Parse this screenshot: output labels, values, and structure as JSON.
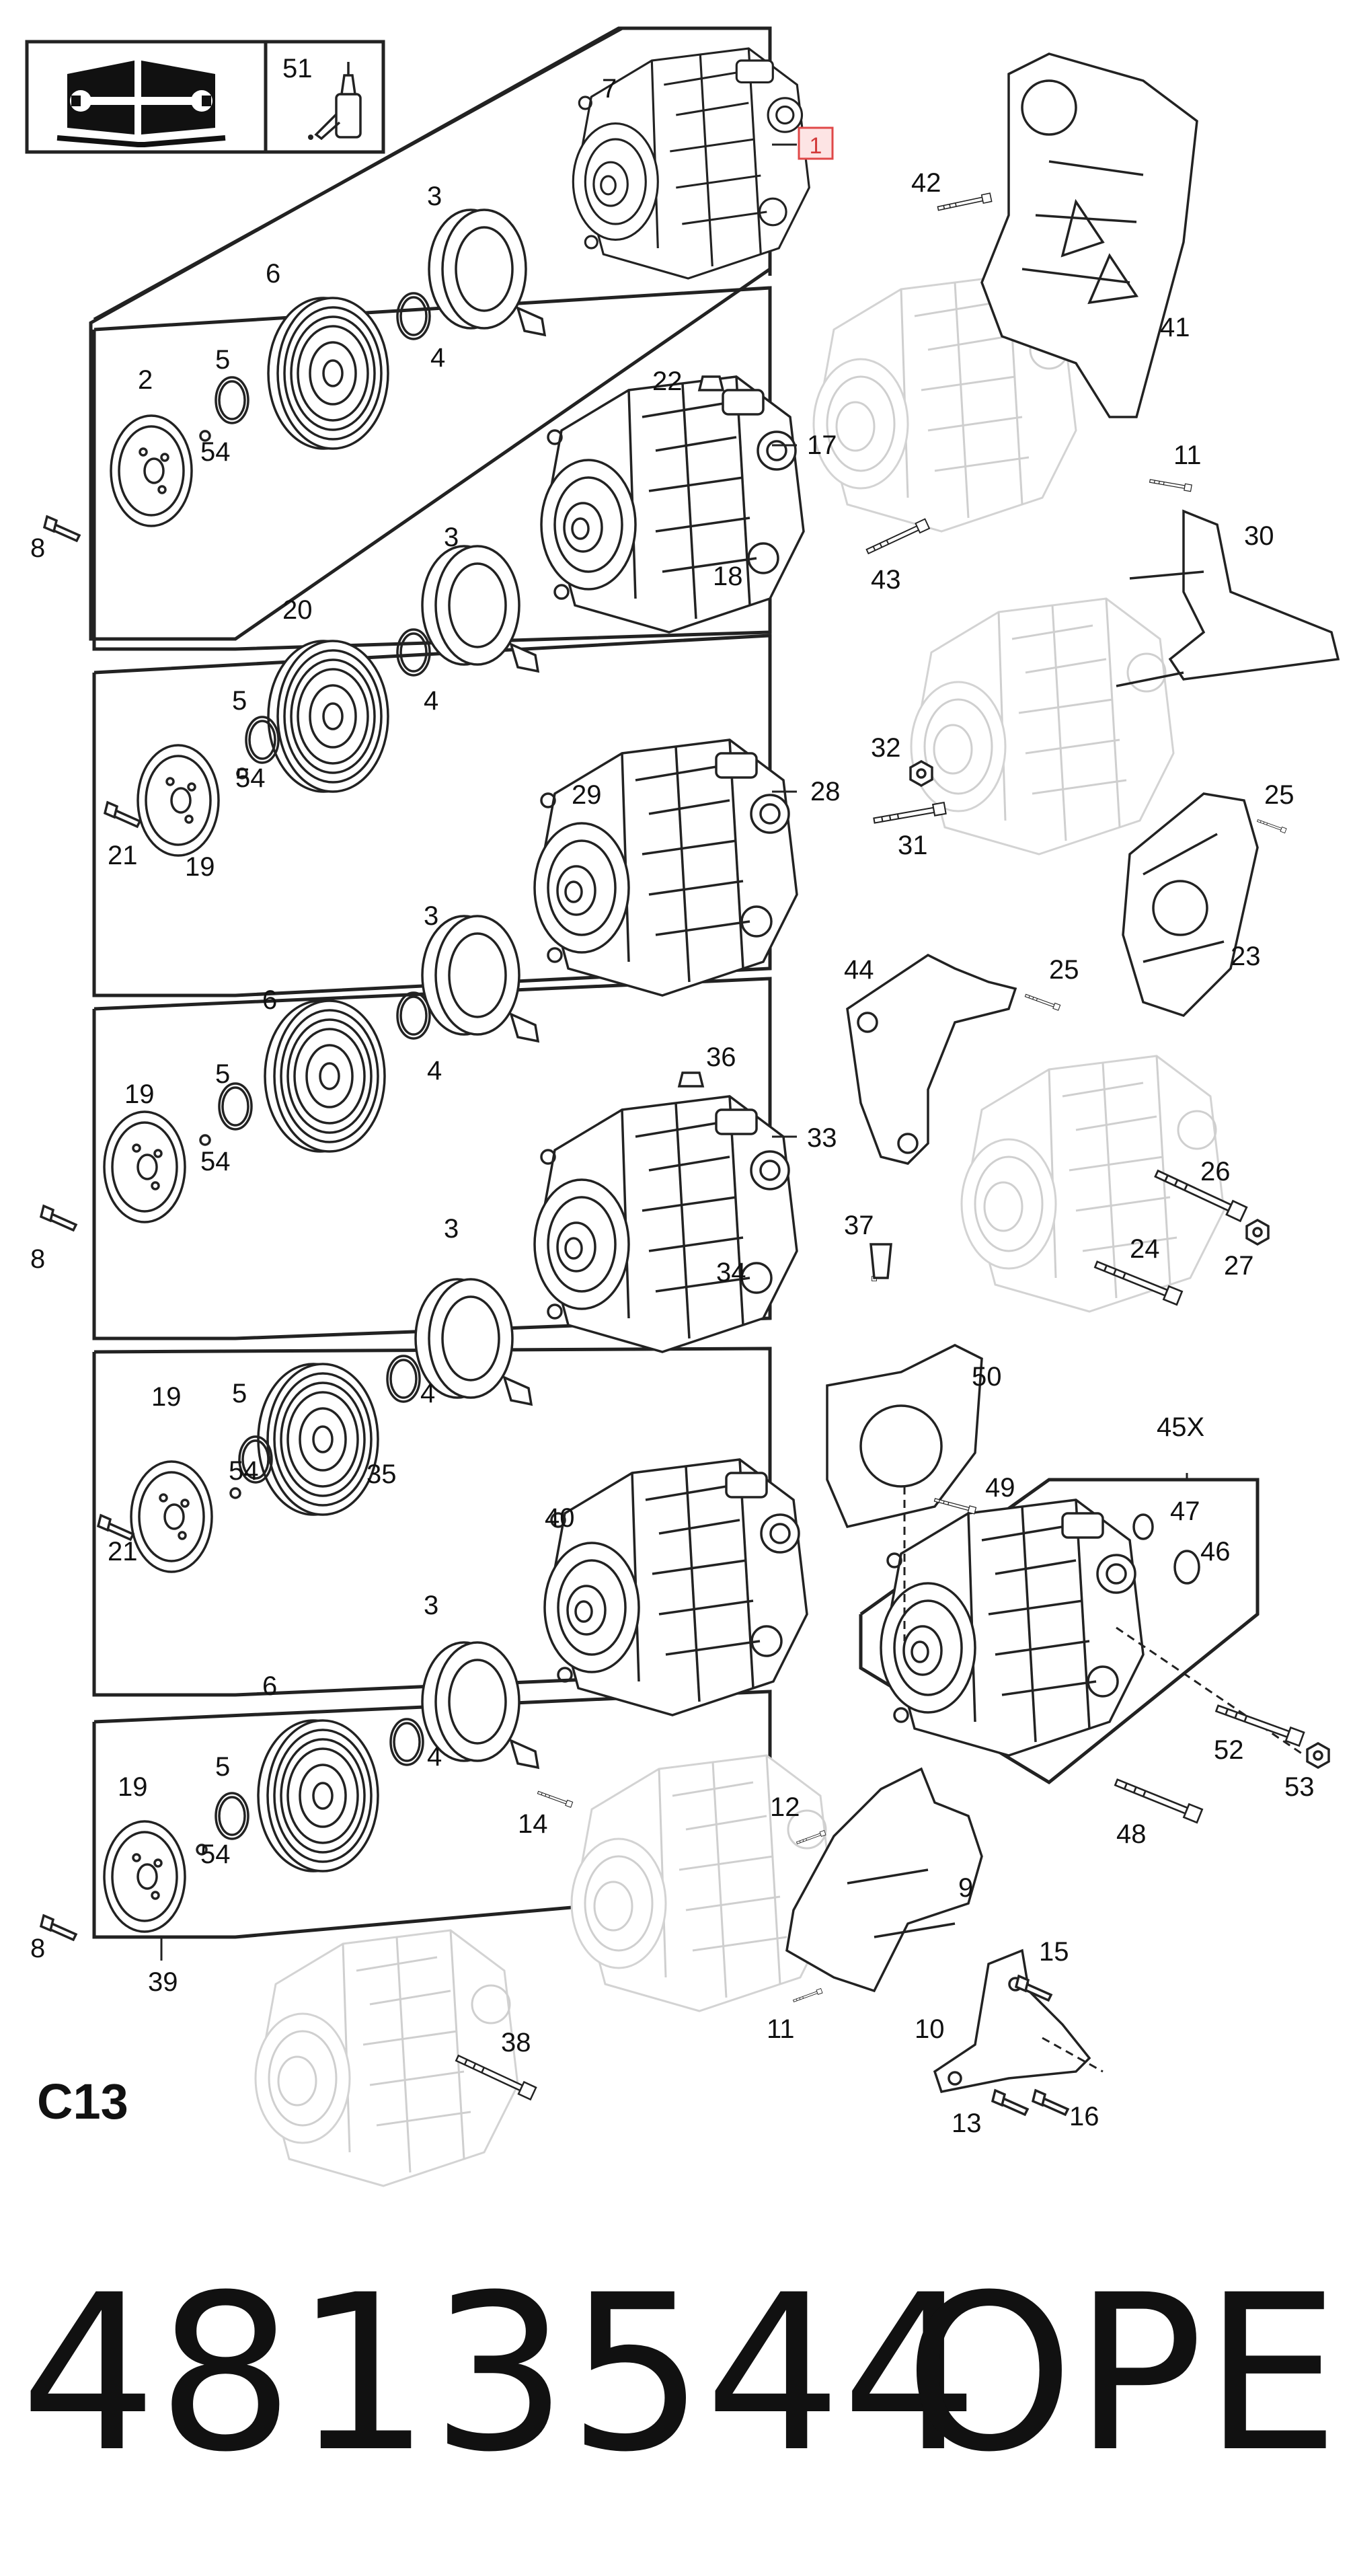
{
  "part_number": "4813544",
  "brand": "OPEL",
  "engine_code": "C13",
  "highlighted_callout": "1",
  "icons": {
    "manual": "manual-wrench-book-icon",
    "grease": "grease-bottle-icon"
  },
  "colors": {
    "ink": "#222222",
    "ghost": "#cfcfcf",
    "highlight_border": "#e04848",
    "highlight_fill": "#fde4e4"
  },
  "callouts": {
    "c1": "51",
    "c2": "7",
    "c3": "3",
    "c4": "6",
    "c5": "4",
    "c6": "2",
    "c7": "5",
    "c8": "54",
    "c9": "8",
    "c10": "22",
    "c11": "17",
    "c12": "3",
    "c13": "18",
    "c14": "20",
    "c15": "5",
    "c16": "4",
    "c17": "54",
    "c18": "21",
    "c19": "19",
    "c20": "29",
    "c21": "28",
    "c22": "3",
    "c23": "6",
    "c24": "4",
    "c25": "19",
    "c26": "5",
    "c27": "54",
    "c28": "8",
    "c29": "36",
    "c30": "33",
    "c31": "3",
    "c32": "34",
    "c33": "19",
    "c34": "5",
    "c35": "4",
    "c36": "54",
    "c37": "35",
    "c38": "21",
    "c39": "40",
    "c40": "3",
    "c41": "6",
    "c42": "4",
    "c43": "19",
    "c44": "5",
    "c45": "54",
    "c46": "8",
    "c47": "39",
    "c48": "42",
    "c49": "41",
    "c50": "11",
    "c51": "30",
    "c52": "43",
    "c53": "32",
    "c54": "31",
    "c55": "25",
    "c56": "23",
    "c57": "44",
    "c58": "25",
    "c59": "26",
    "c60": "27",
    "c61": "37",
    "c62": "24",
    "c63": "50",
    "c64": "49",
    "c65": "45X",
    "c66": "47",
    "c67": "46",
    "c68": "52",
    "c69": "53",
    "c70": "48",
    "c71": "12",
    "c72": "14",
    "c73": "9",
    "c74": "11",
    "c75": "15",
    "c76": "10",
    "c77": "13",
    "c78": "16",
    "c79": "38"
  }
}
